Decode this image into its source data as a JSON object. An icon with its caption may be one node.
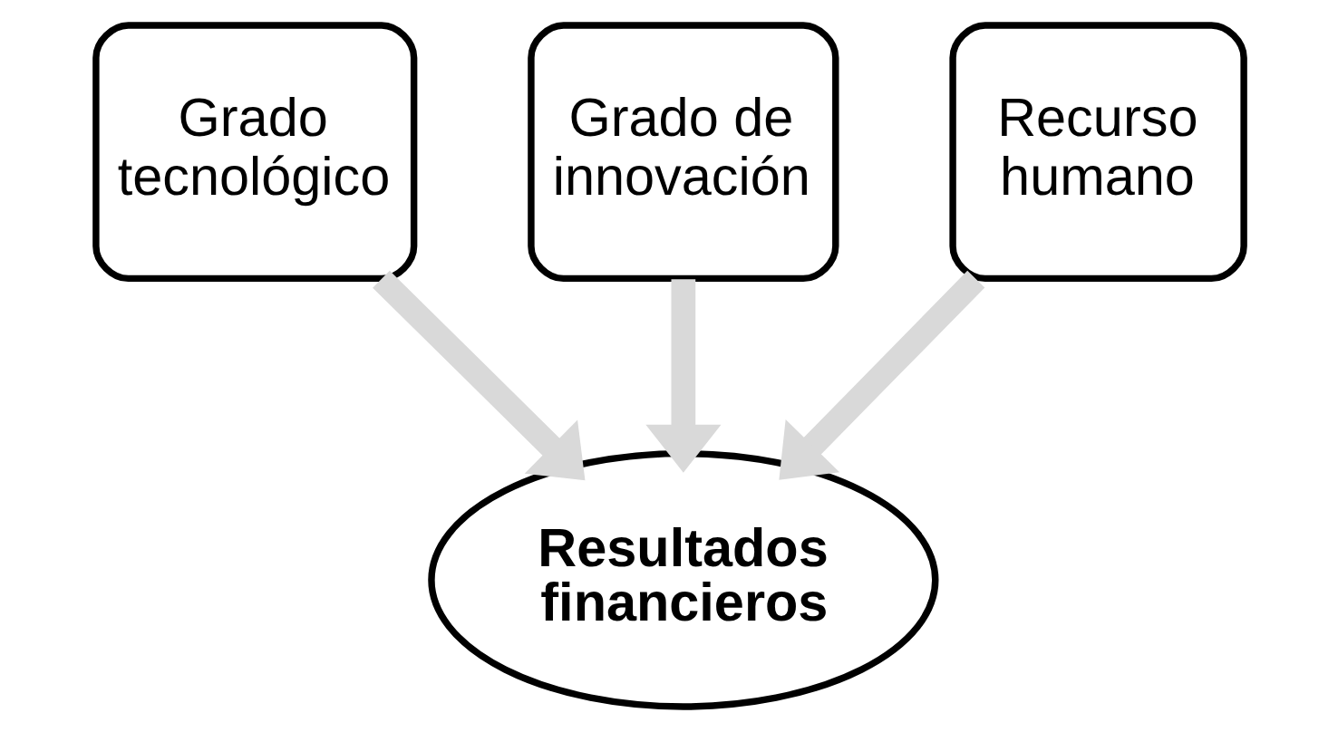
{
  "diagram": {
    "nodes": [
      {
        "text": [
          "Grado tecnológico"
        ]
      },
      {
        "text": [
          "Grado de innovación"
        ]
      },
      {
        "text": [
          "Recurso humano"
        ]
      },
      {
        "text": [
          "Resultados financieros"
        ]
      }
    ],
    "edges": [
      {
        "from": 0,
        "to": 3,
        "arrow": "to"
      },
      {
        "from": 1,
        "to": 3,
        "arrow": "to"
      },
      {
        "from": 2,
        "to": 3,
        "arrow": "to"
      }
    ]
  }
}
